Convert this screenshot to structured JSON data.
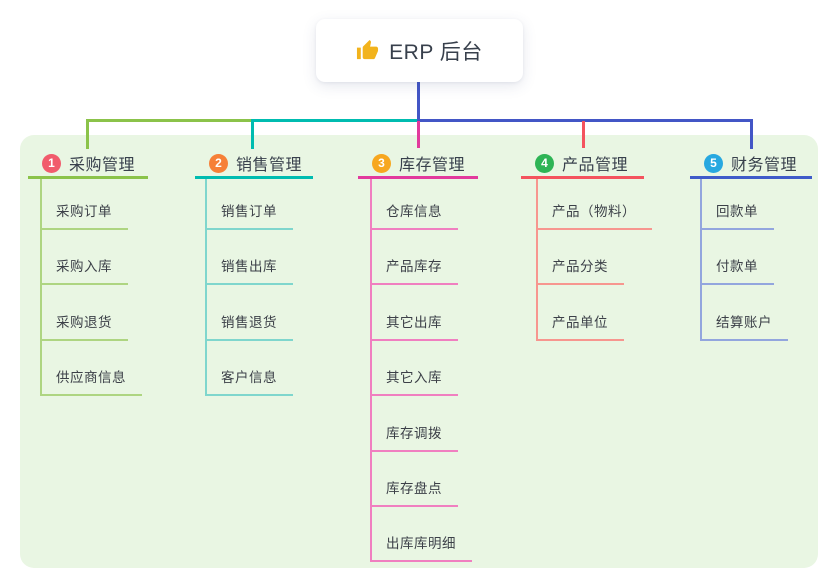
{
  "root": {
    "icon": "thumbs-up-icon",
    "title": "ERP 后台"
  },
  "colors": {
    "panel_bg": "#e9f6e3",
    "line_blue": "#4356c6",
    "text_dark": "#38404c",
    "text_child": "#3c4048",
    "branch1": "#8bc34a",
    "branch1_light": "#aed581",
    "branch1_badge": "#f15b6c",
    "branch2": "#00bcb0",
    "branch2_light": "#7fd6cd",
    "branch3": "#e23a9d",
    "branch3_light": "#f07fc0",
    "branch4": "#f4535e",
    "branch4_light": "#f7968f",
    "bran5_unused": "#000000",
    "branch5": "#3f5bc9",
    "branch5_light": "#93a6de",
    "branch4_badge": "#2eb455",
    "branch3_badge": "#f7a71f",
    "branch2_badge": "#f68038",
    "branch5_badge": "#27a8e0",
    "thumb_icon": "#f2b31c"
  },
  "branches": [
    {
      "num": "1",
      "label": "采购管理",
      "children": [
        "采购订单",
        "采购入库",
        "采购退货",
        "供应商信息"
      ]
    },
    {
      "num": "2",
      "label": "销售管理",
      "children": [
        "销售订单",
        "销售出库",
        "销售退货",
        "客户信息"
      ]
    },
    {
      "num": "3",
      "label": "库存管理",
      "children": [
        "仓库信息",
        "产品库存",
        "其它出库",
        "其它入库",
        "库存调拨",
        "库存盘点",
        "出库库明细"
      ]
    },
    {
      "num": "4",
      "label": "产品管理",
      "children": [
        "产品（物料）",
        "产品分类",
        "产品单位"
      ]
    },
    {
      "num": "5",
      "label": "财务管理",
      "children": [
        "回款单",
        "付款单",
        "结算账户"
      ]
    }
  ]
}
